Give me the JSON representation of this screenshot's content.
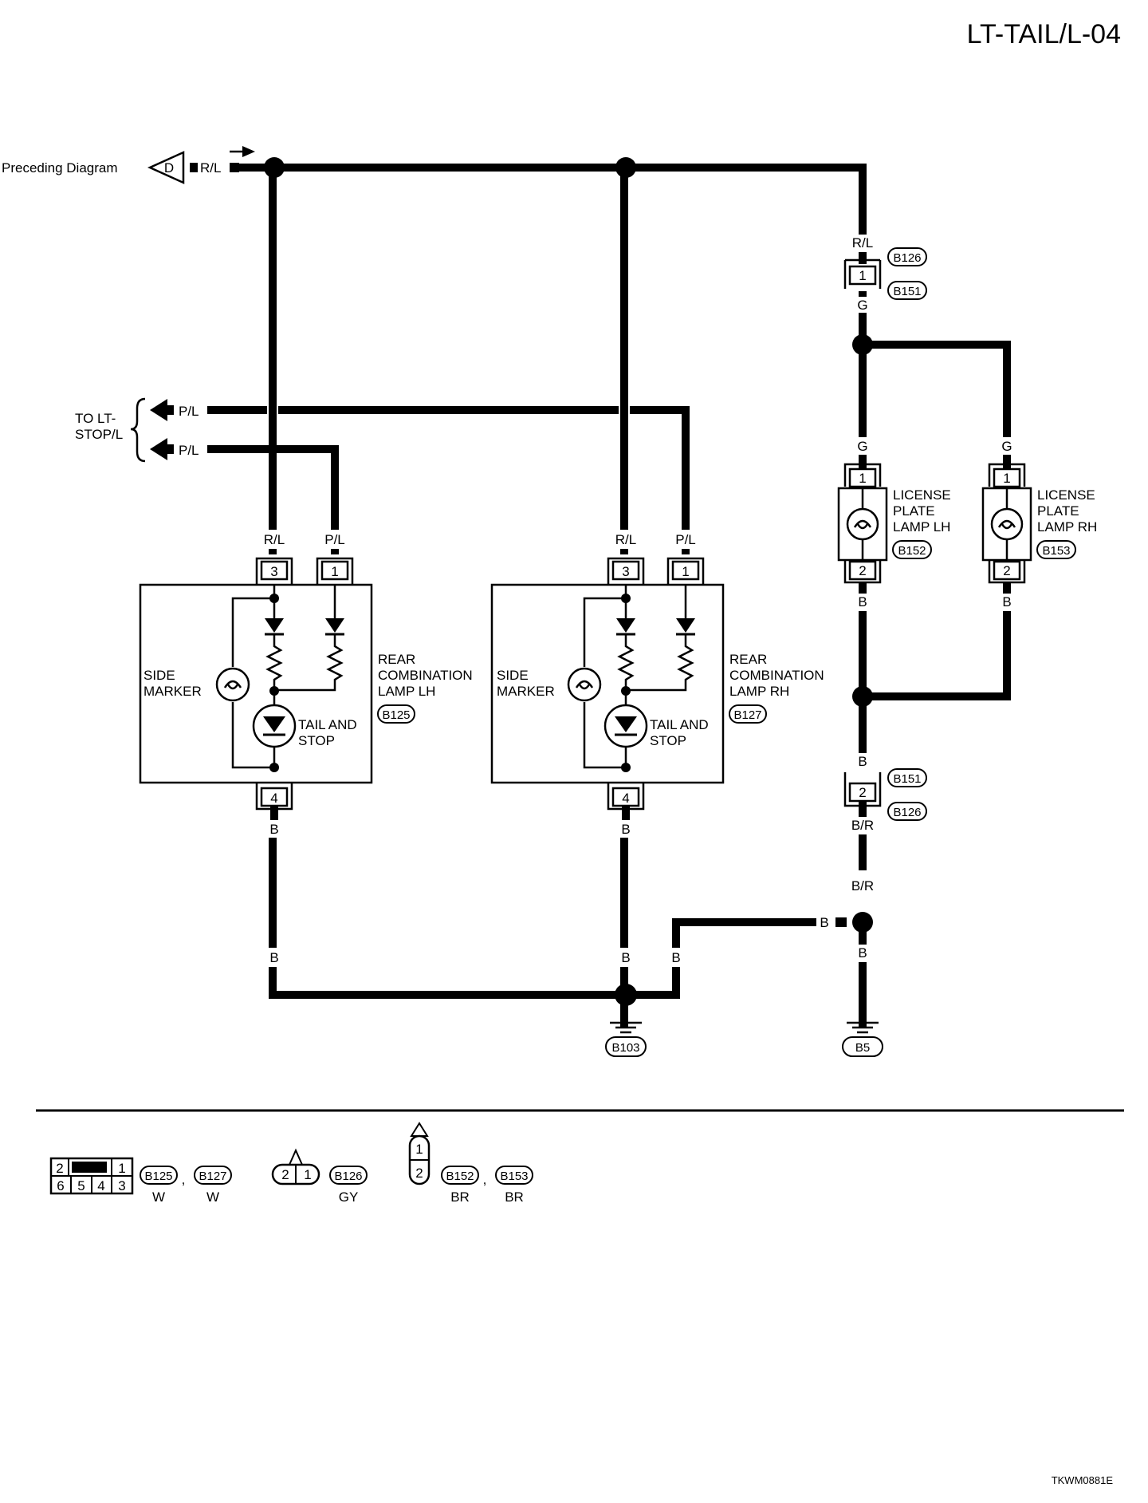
{
  "title": "LT-TAIL/L-04",
  "figure_code": "TKWM0881E",
  "preceding_diagram": {
    "label": "Preceding Diagram",
    "connector_letter": "D",
    "wire": "R/L"
  },
  "to_stop": {
    "label_line1": "TO LT-",
    "label_line2": "STOP/L",
    "wire1": "P/L",
    "wire2": "P/L"
  },
  "wire_colors": {
    "rl": "R/L",
    "pl": "P/L",
    "g": "G",
    "b": "B",
    "br": "B/R"
  },
  "rear_lh": {
    "name_line1": "REAR",
    "name_line2": "COMBINATION",
    "name_line3": "LAMP LH",
    "connector": "B125",
    "pin_top_a": "3",
    "pin_top_b": "1",
    "pin_bottom": "4",
    "side_line1": "SIDE",
    "side_line2": "MARKER",
    "tail_line1": "TAIL AND",
    "tail_line2": "STOP"
  },
  "rear_rh": {
    "name_line1": "REAR",
    "name_line2": "COMBINATION",
    "name_line3": "LAMP RH",
    "connector": "B127",
    "pin_top_a": "3",
    "pin_top_b": "1",
    "pin_bottom": "4",
    "side_line1": "SIDE",
    "side_line2": "MARKER",
    "tail_line1": "TAIL AND",
    "tail_line2": "STOP"
  },
  "joint_connector_upper": {
    "pin": "1",
    "id_top": "B126",
    "id_bottom": "B151"
  },
  "joint_connector_lower": {
    "pin": "2",
    "id_top": "B151",
    "id_bottom": "B126"
  },
  "license_lh": {
    "name_line1": "LICENSE",
    "name_line2": "PLATE",
    "name_line3": "LAMP LH",
    "connector": "B152",
    "pin_top": "1",
    "pin_bottom": "2"
  },
  "license_rh": {
    "name_line1": "LICENSE",
    "name_line2": "PLATE",
    "name_line3": "LAMP RH",
    "connector": "B153",
    "pin_top": "1",
    "pin_bottom": "2"
  },
  "grounds": {
    "left": "B103",
    "right": "B5"
  },
  "legend": {
    "conn6": {
      "pins_top": [
        "2",
        "1"
      ],
      "pins_bottom": [
        "6",
        "5",
        "4",
        "3"
      ],
      "ids": [
        "B125",
        "B127"
      ],
      "colors": [
        "W",
        "W"
      ],
      "sep": ","
    },
    "conn2h": {
      "pins": [
        "2",
        "1"
      ],
      "id": "B126",
      "color": "GY"
    },
    "conn2v": {
      "pins": [
        "1",
        "2"
      ],
      "ids": [
        "B152",
        "B153"
      ],
      "colors": [
        "BR",
        "BR"
      ],
      "sep": ","
    }
  }
}
